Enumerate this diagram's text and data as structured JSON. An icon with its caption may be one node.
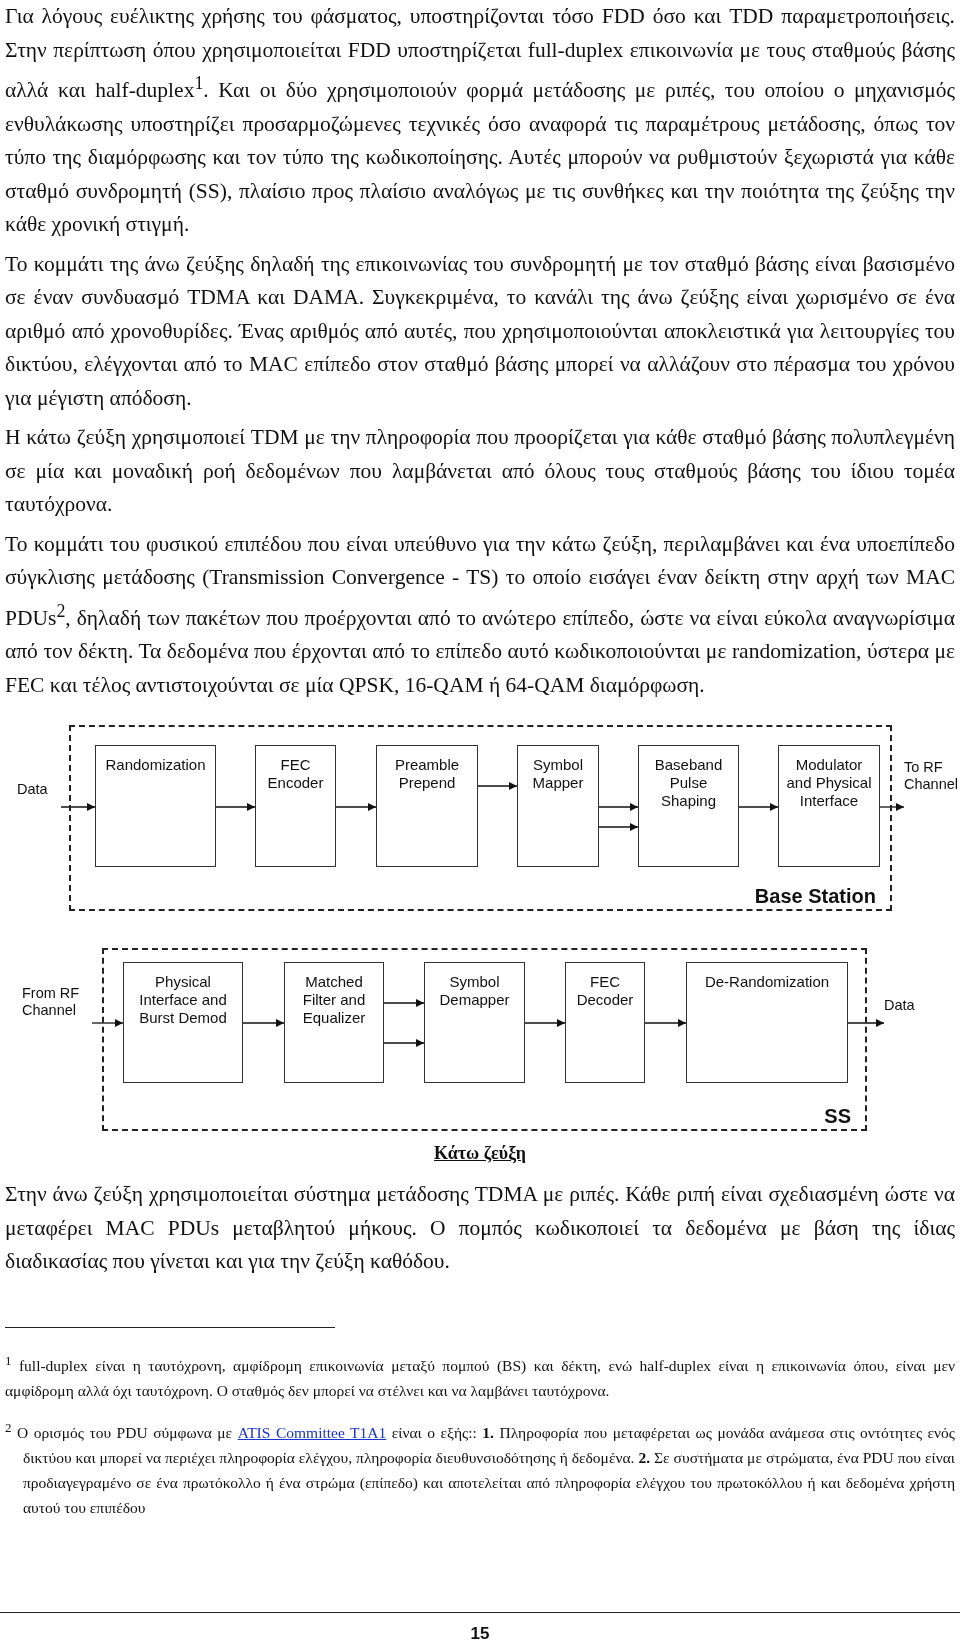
{
  "diagram": {
    "caption": "Κάτω ζεύξη",
    "nodes": [
      {
        "text": [
          "Base Station"
        ]
      },
      {
        "text": [
          "Data"
        ]
      },
      {
        "text": [
          "Randomization"
        ],
        "in": 0
      },
      {
        "text": [
          "FEC Encoder"
        ],
        "in": 0
      },
      {
        "text": [
          "Preamble Prepend"
        ],
        "in": 0
      },
      {
        "text": [
          "Symbol Mapper"
        ],
        "in": 0
      },
      {
        "text": [
          "Baseband Pulse Shaping"
        ],
        "in": 0
      },
      {
        "text": [
          "Modulator and Physical Interface"
        ],
        "in": 0
      },
      {
        "text": [
          "To RF Channel"
        ]
      },
      {
        "text": [
          "SS"
        ]
      },
      {
        "text": [
          "From RF Channel"
        ]
      },
      {
        "text": [
          "Physical Interface and Burst Demod"
        ],
        "in": 9
      },
      {
        "text": [
          "Matched Filter and Equalizer"
        ],
        "in": 9
      },
      {
        "text": [
          "Symbol Demapper"
        ],
        "in": 9
      },
      {
        "text": [
          "FEC Decoder"
        ],
        "in": 9
      },
      {
        "text": [
          "De-Randomization"
        ],
        "in": 9
      },
      {
        "text": [
          "Data"
        ]
      }
    ],
    "edges": [
      {
        "from": 1,
        "to": 2,
        "arrow": "to"
      },
      {
        "from": 2,
        "to": 3,
        "arrow": "to"
      },
      {
        "from": 3,
        "to": 4,
        "arrow": "to"
      },
      {
        "from": 4,
        "to": 5,
        "arrow": "to"
      },
      {
        "from": 5,
        "to": 6,
        "arrow": "to"
      },
      {
        "from": 5,
        "to": 6,
        "arrow": "to"
      },
      {
        "from": 6,
        "to": 7,
        "arrow": "to"
      },
      {
        "from": 7,
        "to": 8,
        "arrow": "to"
      },
      {
        "from": 10,
        "to": 11,
        "arrow": "to"
      },
      {
        "from": 11,
        "to": 12,
        "arrow": "to"
      },
      {
        "from": 12,
        "to": 13,
        "arrow": "to"
      },
      {
        "from": 12,
        "to": 13,
        "arrow": "to"
      },
      {
        "from": 13,
        "to": 14,
        "arrow": "to"
      },
      {
        "from": 14,
        "to": 15,
        "arrow": "to"
      },
      {
        "from": 15,
        "to": 16,
        "arrow": "to"
      }
    ],
    "labels": [
      "Για λόγους ευέλικτης χρήσης του φάσματος, υποστηρίζονται τόσο FDD όσο και TDD παραμετροποιήσεις. Στην περίπτωση όπου χρησιμοποιείται FDD υποστηρίζεται full-duplex επικοινωνία με τους σταθμούς βάσης αλλά και half-duplex$^{1}$. Και οι δύο χρησιμοποιούν φορμά μετάδοσης με ριπές, του οποίου ο μηχανισμός ενθυλάκωσης υποστηρίζει προσαρμοζώμενες τεχνικές όσο αναφορά τις παραμέτρους μετάδοσης, όπως τον τύπο της διαμόρφωσης και τον τύπο της κωδικοποίησης. Αυτές μπορούν να ρυθμιστούν ξεχωριστά για κάθε σταθμό συνδρομητή (SS), πλαίσιο προς πλαίσιο αναλόγως με τις συνθήκες και την ποιότητα της ζεύξης την κάθε χρονική στιγμή.",
      "Το κομμάτι της άνω ζεύξης δηλαδή της επικοινωνίας του συνδρομητή με τον σταθμό βάσης είναι βασισμένο σε έναν συνδυασμό TDMA και DAMA. Συγκεκριμένα, το κανάλι της άνω ζεύξης είναι χωρισμένο σε ένα αριθμό από χρονοθυρίδες. Ένας αριθμός από αυτές, που χρησιμοποιούνται αποκλειστικά για λειτουργίες του δικτύου, ελέγχονται από το MAC επίπεδο στον σταθμό βάσης μπορεί να αλλάζουν στο πέρασμα του χρόνου για μέγιστη απόδοση.",
      "Η κάτω ζεύξη χρησιμοποιεί TDM με την πληροφορία που προορίζεται για κάθε σταθμό βάσης πολυπλεγμένη σε μία και μοναδική ροή δεδομένων που λαμβάνεται από όλους τους σταθμούς βάσης του ίδιου τομέα ταυτόχρονα.",
      "Το κομμάτι του φυσικού επιπέδου που είναι υπεύθυνο για την κάτω ζεύξη, περιλαμβάνει και ένα υποεπίπεδο σύγκλισης μετάδοσης (Transmission Convergence - TS) το οποίο εισάγει έναν δείκτη στην αρχή των MAC PDUs$^{2}$, δηλαδή των πακέτων που προέρχονται από το ανώτερο επίπεδο, ώστε να είναι εύκολα αναγνωρίσιμα από τον δέκτη. Τα δεδομένα που έρχονται από το επίπεδο αυτό κωδικοποιούνται με randomization, ύστερα με FEC και τέλος αντιστοιχούνται σε μία QPSK, 16-QAM ή 64-QAM διαμόρφωση.",
      "Στην άνω ζεύξη χρησιμοποιείται σύστημα μετάδοσης TDMA με ριπές. Κάθε ριπή είναι σχεδιασμένη ώστε να μεταφέρει MAC PDUs μεταβλητού μήκους. Ο πομπός κωδικοποιεί τα δεδομένα με βάση της ίδιας διαδικασίας που γίνεται και για την ζεύξη καθόδου.",
      "$^{1}$ full-duplex είναι η ταυτόχρονη, αμφίδρομη επικοινωνία μεταξύ πομπού (BS) και δέκτη, ενώ half-duplex είναι η επικοινωνία όπου, είναι μεν αμφίδρομη αλλά όχι ταυτόχρονη. Ο σταθμός δεν μπορεί να στέλνει και να λαμβάνει ταυτόχρονα.",
      "$^{2}$ Ο ορισμός του PDU σύμφωνα με",
      "ATIS Committee T1A1",
      "είναι ο εξής:: **1.** Πληροφορία που μεταφέρεται ως μονάδα ανάμεσα στις οντότητες ενός δικτύου και μπορεί να περιέχει πληροφορία ελέγχου, πληροφορία διευθυνσιοδότησης ή δεδομένα. **2.** Σε συστήματα με στρώματα, ένα PDU που είναι προδιαγεγραμένο σε ένα πρωτόκολλο ή ένα στρώμα (επίπεδο) και αποτελείται από πληροφορία ελέγχου του πρωτοκόλλου ή και δεδομένα χρήστη αυτού του επιπέδου",
      "15"
    ]
  }
}
